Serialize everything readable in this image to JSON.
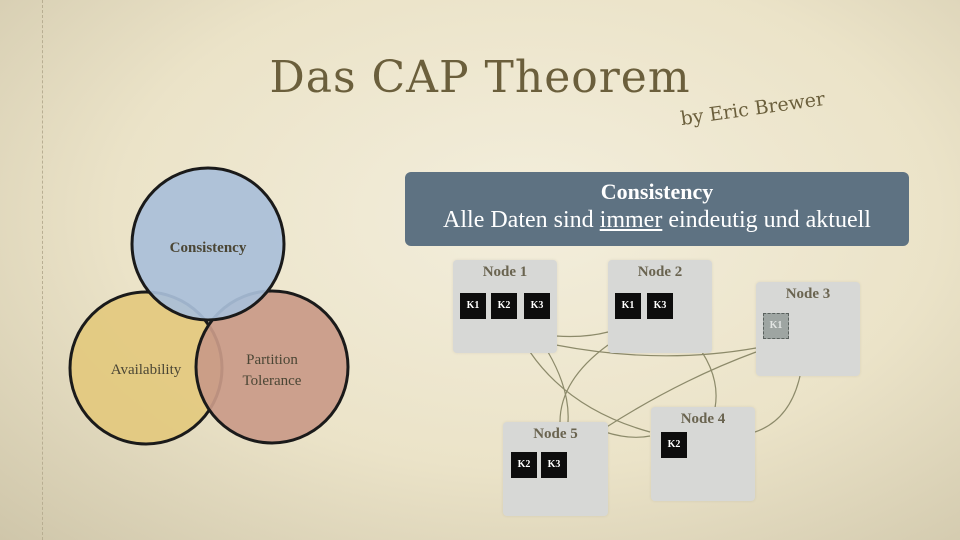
{
  "slide": {
    "title": "Das CAP Theorem",
    "subtitle": "by Eric Brewer"
  },
  "venn": {
    "consistency": "Consistency",
    "availability": "Availability",
    "partition_line1": "Partition",
    "partition_line2": "Tolerance",
    "colors": {
      "consistency": "#a9bfd9",
      "availability": "#e3c97e",
      "partition": "#c99a88"
    }
  },
  "banner": {
    "heading": "Consistency",
    "text_before": "Alle Daten sind ",
    "text_underlined": "immer",
    "text_after": " eindeutig und aktuell"
  },
  "nodes": [
    {
      "title": "Node 1",
      "keys": [
        "K1",
        "K2",
        "K3"
      ]
    },
    {
      "title": "Node 2",
      "keys": [
        "K1",
        "K3"
      ]
    },
    {
      "title": "Node 3",
      "keys": [
        "K1"
      ]
    },
    {
      "title": "Node 4",
      "keys": [
        "K2"
      ]
    },
    {
      "title": "Node 5",
      "keys": [
        "K2",
        "K3"
      ]
    }
  ]
}
